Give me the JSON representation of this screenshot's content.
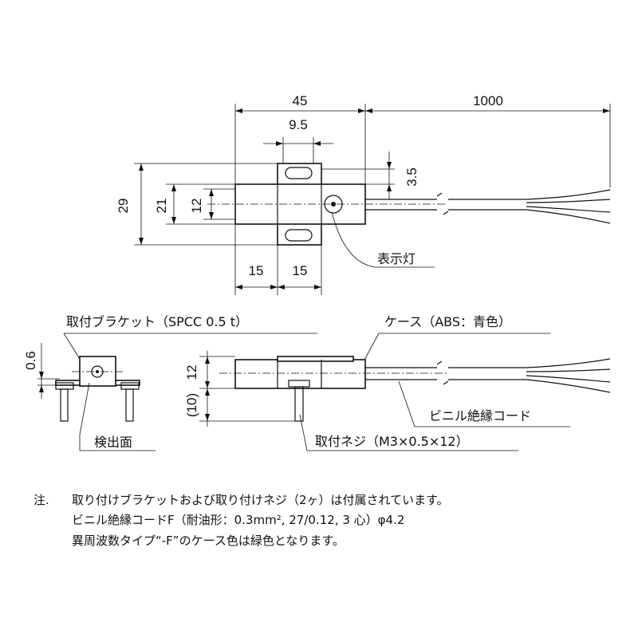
{
  "dimensions": {
    "overall_length": "45",
    "cord_length": "1000",
    "slot_pitch": "9.5",
    "slot_width": "3.5",
    "height_overall": "29",
    "height_body": "21",
    "height_center": "12",
    "base_left": "15",
    "base_right": "15",
    "bracket_thickness": "0.6",
    "side_height": "12",
    "side_offset": "(10)"
  },
  "labels": {
    "indicator_light": "表示灯",
    "bracket": "取付ブラケット（SPCC 0.5 t）",
    "case": "ケース（ABS：青色）",
    "vinyl_cord": "ビニル絶縁コード",
    "detection_face": "検出面",
    "mount_screw": "取付ネジ（M3×0.5×12）"
  },
  "notes": {
    "prefix": "注.",
    "line1": "取り付けブラケットおよび取り付けネジ（2ヶ）は付属されています。",
    "line2": "ビニル絶縁コードF（耐油形：0.3mm², 27/0.12, 3 心）φ4.2",
    "line3": "異周波数タイプ“-F”のケース色は緑色となります。"
  }
}
